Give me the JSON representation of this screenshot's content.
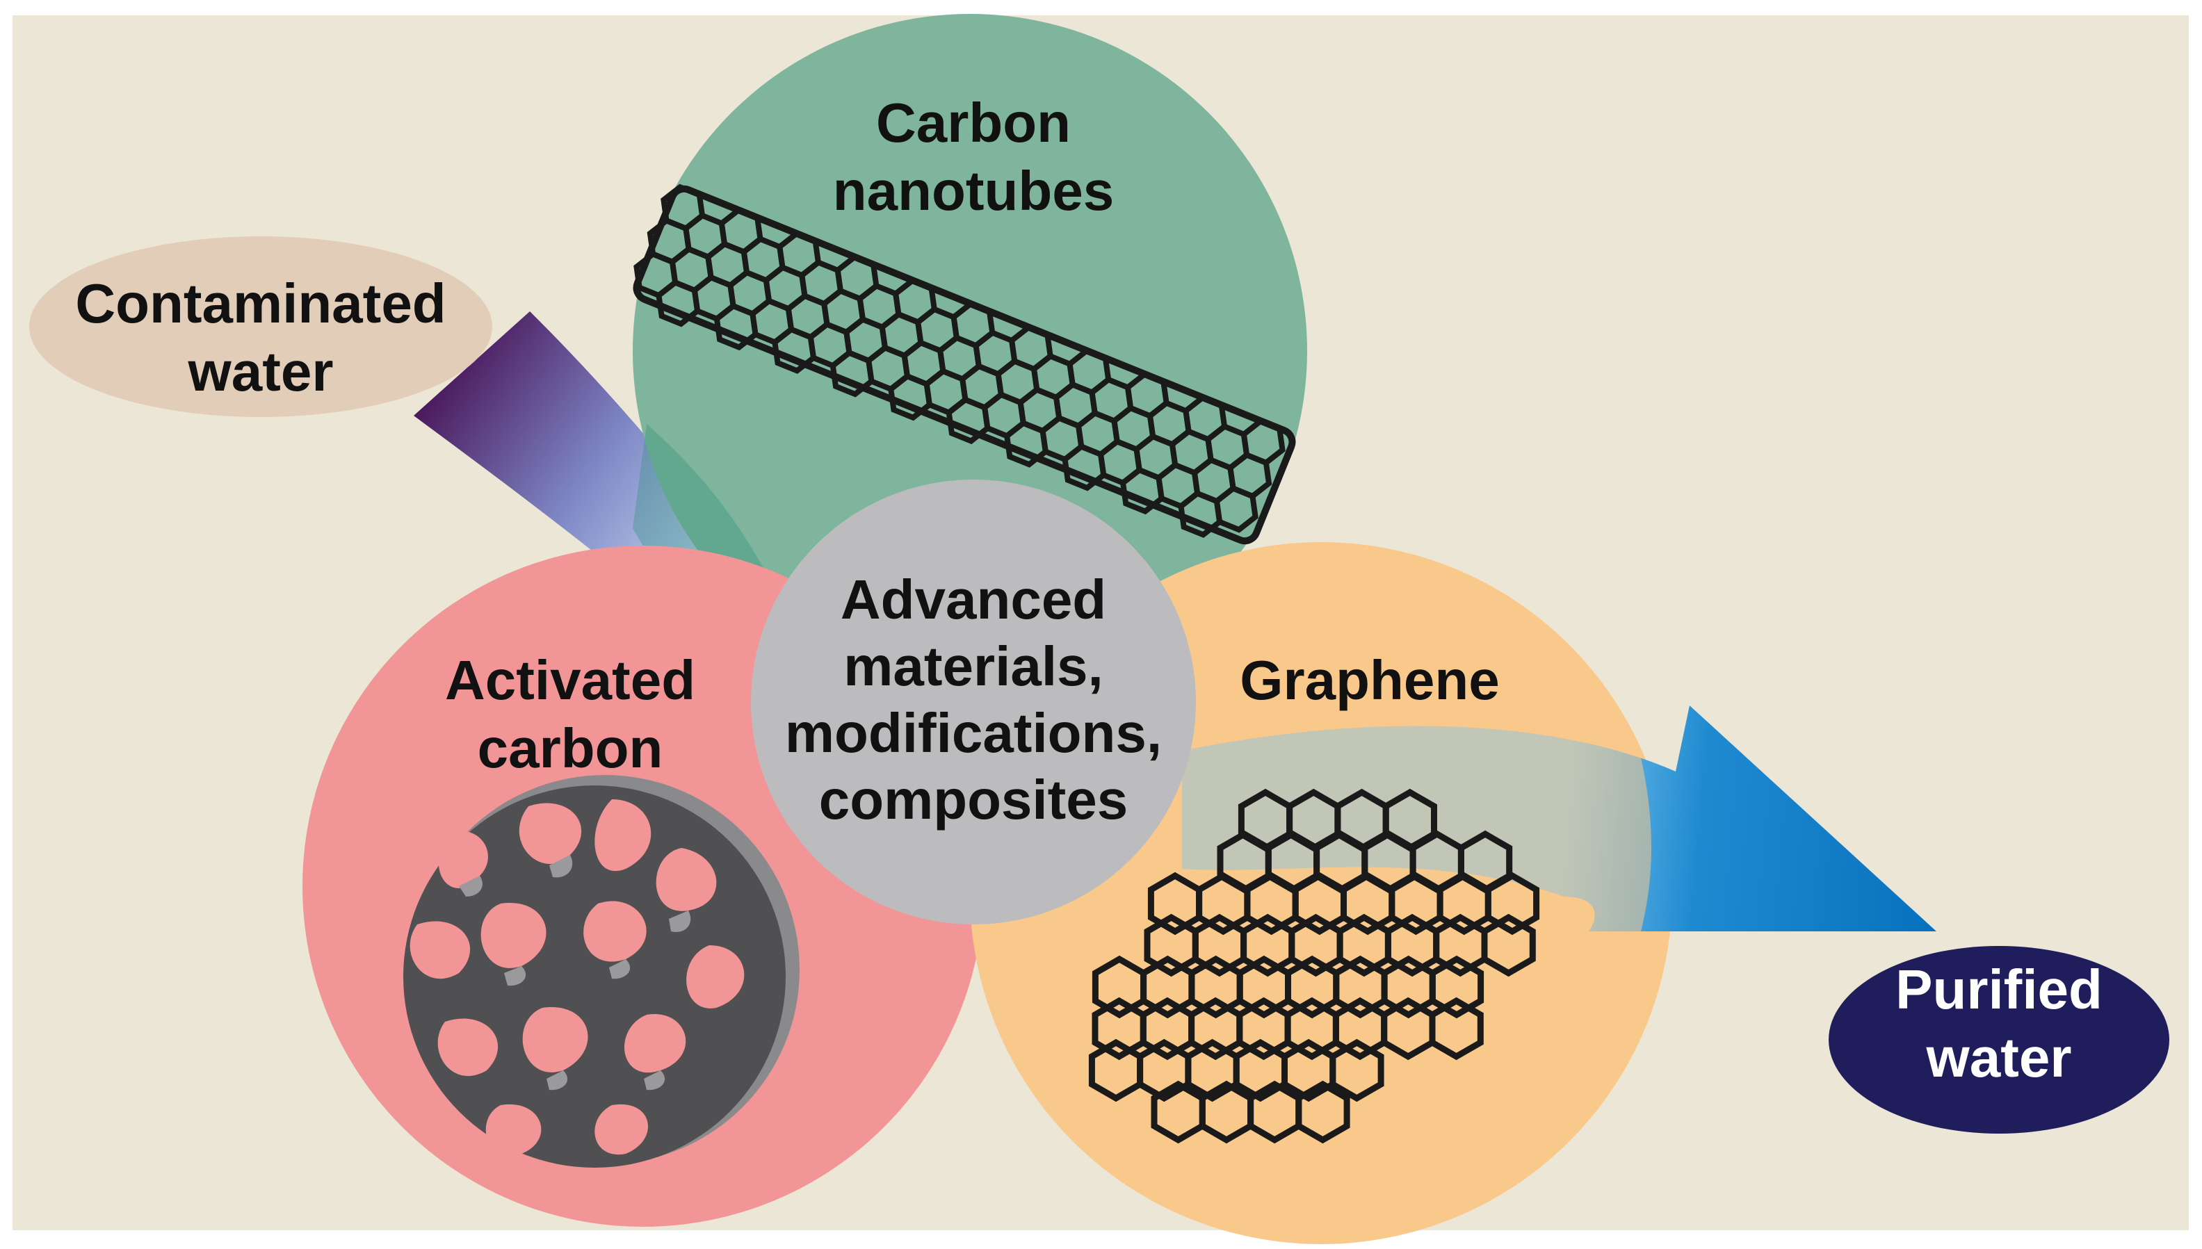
{
  "nodes": {
    "contaminated": {
      "lines": [
        "Contaminated",
        "water"
      ]
    },
    "nanotubes": {
      "lines": [
        "Carbon",
        "nanotubes"
      ]
    },
    "activated": {
      "lines": [
        "Activated",
        "carbon"
      ]
    },
    "graphene": {
      "lines": [
        "Graphene"
      ]
    },
    "center": {
      "lines": [
        "Advanced",
        "materials,",
        "modifications,",
        "composites"
      ]
    },
    "purified": {
      "lines": [
        "Purified",
        "water"
      ]
    }
  },
  "colors": {
    "background": "#ece6d6",
    "contaminated_fill": "#e1cdb8",
    "nanotubes_fill": "#7fb59d",
    "activated_fill": "#f29597",
    "graphene_fill": "#f9c98c",
    "center_fill": "#bcbcbe",
    "purified_fill": "#1f1d5c",
    "arrow_in_start": "#4b1a5e",
    "arrow_in_end": "#d8f0ff",
    "arrow_out": "#0a78c2",
    "structure": "#1a1a1a",
    "porous": "#505052"
  }
}
